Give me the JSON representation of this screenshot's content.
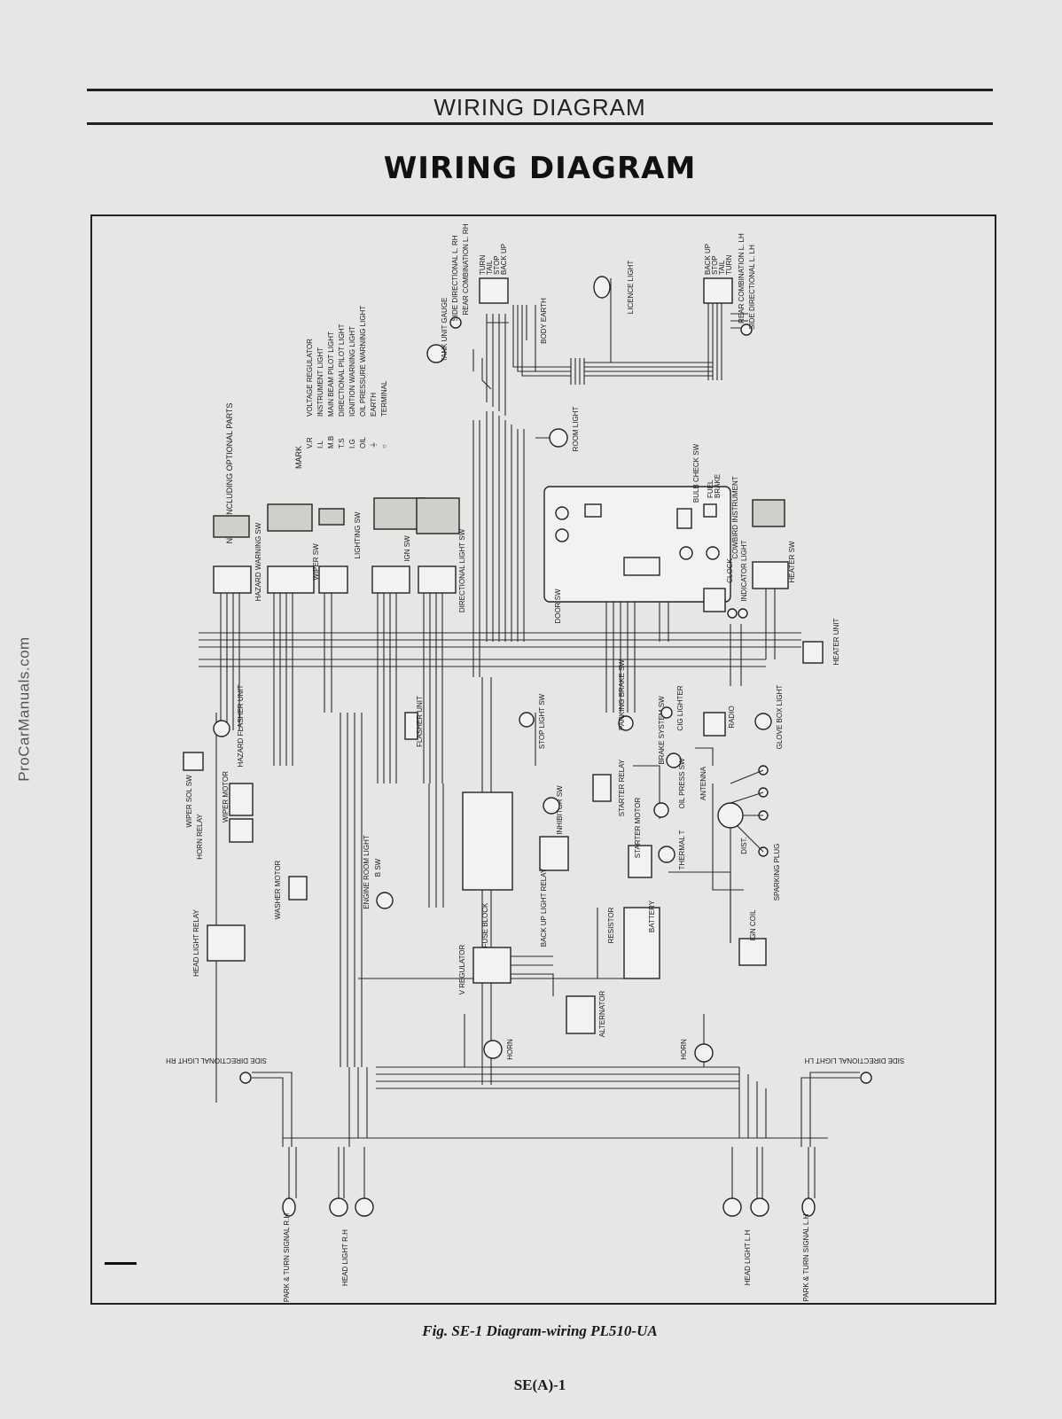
{
  "watermark": "ProCarManuals.com",
  "header": {
    "title": "WIRING  DIAGRAM"
  },
  "main_title": "WIRING DIAGRAM",
  "note": "NOTE: INCLUDING OPTIONAL PARTS",
  "mark_legend": {
    "heading": "MARK",
    "items": [
      {
        "code": "V.R",
        "meaning": "VOLTAGE REGULATOR"
      },
      {
        "code": "I.L",
        "meaning": "INSTRUMENT LIGHT"
      },
      {
        "code": "M.B",
        "meaning": "MAIN BEAM PILOT LIGHT"
      },
      {
        "code": "T.S",
        "meaning": "DIRECTIONAL PILOT LIGHT"
      },
      {
        "code": "I.G",
        "meaning": "IGNITION WARNING LIGHT"
      },
      {
        "code": "OIL",
        "meaning": "OIL PRESSURE WARNING LIGHT"
      },
      {
        "code": "⏚",
        "meaning": "EARTH"
      },
      {
        "code": "○",
        "meaning": "TERMINAL"
      }
    ]
  },
  "labels": {
    "tank_unit_gauge": "TANK UNIT GAUGE",
    "side_directional_rh_top": "SIDE DIRECTIONAL L. RH",
    "rear_combination_rh": "REAR COMBINATION L. RH",
    "turn": "TURN",
    "tail": "TAIL",
    "stop": "STOP",
    "back_up": "BACK UP",
    "body_earth": "BODY EARTH",
    "licence_light": "LICENCE LIGHT",
    "rear_combination_lh": "REAR COMBINATION L. LH",
    "side_directional_lh_top": "SIDE DIRECTIONAL L. LH",
    "room_light": "ROOM LIGHT",
    "hazard_warning_sw": "HAZARD WARNING SW",
    "wiper_sw": "WIPER SW",
    "lighting_sw": "LIGHTING SW",
    "ign_sw": "IGN SW",
    "directional_light_sw": "DIRECTIONAL LIGHT SW",
    "door_sw": "DOOR SW",
    "bulb_check_sw": "BULB CHECK SW",
    "fuel": "FUEL",
    "brake": "BRAKE",
    "cowbird_instrument": "COWBIRD INSTRUMENT",
    "clock": "CLOCK",
    "indicator_light": "INDICATOR LIGHT",
    "heater_sw": "HEATER SW",
    "heater_unit": "HEATER UNIT",
    "hazard_flasher_unit": "HAZARD FLASHER UNIT",
    "flasher_unit": "FLASHER UNIT",
    "stop_light_sw": "STOP LIGHT SW",
    "parking_brake_sw": "PARKING BRAKE SW",
    "brake_system_sw": "BRAKE SYSTEM SW",
    "cig_lighter": "CIG LIGHTER",
    "radio": "RADIO",
    "glove_box_light": "GLOVE BOX LIGHT",
    "wiper_motor": "WIPER MOTOR",
    "wiper_sol_sw": "WIPER SOL SW",
    "horn_relay": "HORN RELAY",
    "oil_press_sw": "OIL PRESS SW",
    "antenna": "ANTENNA",
    "washer_motor": "WASHER MOTOR",
    "engine_room_light": "ENGINE ROOM LIGHT",
    "b_sw": "B SW",
    "fuse_block": "FUSE BLOCK",
    "inhibitor_sw": "INHIBITOR SW",
    "starter_relay": "STARTER RELAY",
    "starter_motor": "STARTER MOTOR",
    "thermal_t": "THERMAL T",
    "dist": "DIST.",
    "sparking_plug": "SPARKING PLUG",
    "back_up_light_relay": "BACK UP LIGHT RELAY",
    "battery": "BATTERY",
    "resistor": "RESISTOR",
    "ign_coil": "IGN COIL",
    "head_light_relay": "HEAD LIGHT RELAY",
    "v_regulator": "V REGULATOR",
    "alternator": "ALTERNATOR",
    "horn_left": "HORN",
    "horn_right": "HORN",
    "side_directional_rh": "SIDE DIRECTIONAL LIGHT RH",
    "side_directional_lh": "SIDE DIRECTIONAL LIGHT LH",
    "park_turn_rh": "PARK & TURN SIGNAL R.H",
    "head_light_rh": "HEAD LIGHT R.H",
    "head_light_lh": "HEAD LIGHT L.H",
    "park_turn_lh": "PARK & TURN SIGNAL L.H"
  },
  "caption": "Fig. SE-1  Diagram-wiring PL510-UA",
  "page_number": "SE(A)-1"
}
